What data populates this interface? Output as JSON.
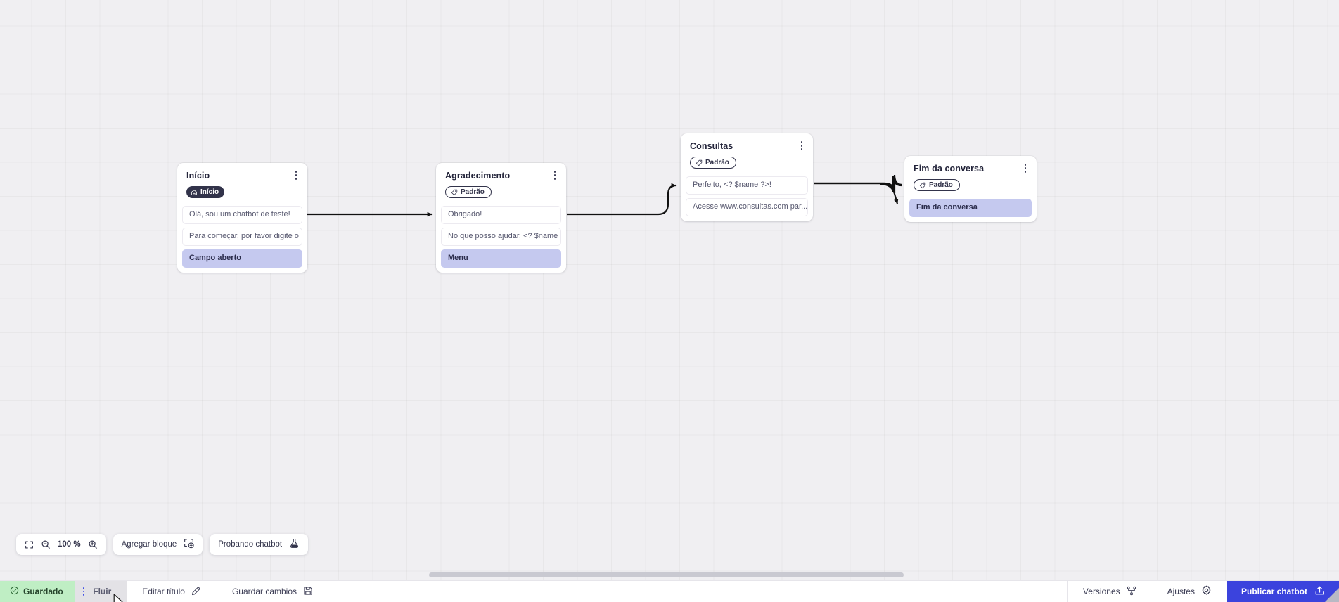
{
  "canvas": {
    "zoom_level": "100 %",
    "nodes": [
      {
        "id": "inicio",
        "title": "Início",
        "badge": {
          "label": "Início",
          "icon": "home-icon",
          "style": "start"
        },
        "rows": [
          {
            "text": "Olá, sou um chatbot de teste!",
            "highlight": false
          },
          {
            "text": "Para começar, por favor digite o ...",
            "highlight": false
          },
          {
            "text": "Campo aberto",
            "highlight": true
          }
        ]
      },
      {
        "id": "agradecimento",
        "title": "Agradecimento",
        "badge": {
          "label": "Padrão",
          "icon": "tag-icon",
          "style": "default"
        },
        "rows": [
          {
            "text": "Obrigado!",
            "highlight": false
          },
          {
            "text": "No que posso ajudar, <? $name ...",
            "highlight": false
          },
          {
            "text": "Menu",
            "highlight": true
          }
        ]
      },
      {
        "id": "consultas",
        "title": "Consultas",
        "badge": {
          "label": "Padrão",
          "icon": "tag-icon",
          "style": "default"
        },
        "rows": [
          {
            "text": "Perfeito, <? $name ?>!",
            "highlight": false
          },
          {
            "text": "Acesse www.consultas.com par...",
            "highlight": false
          }
        ]
      },
      {
        "id": "fim",
        "title": "Fim da conversa",
        "badge": {
          "label": "Padrão",
          "icon": "tag-icon",
          "style": "default"
        },
        "rows": [
          {
            "text": "Fim da conversa",
            "highlight": true
          }
        ]
      }
    ]
  },
  "toolbar": {
    "fit_icon": "fit-screen-icon",
    "zoom_out_icon": "zoom-out-icon",
    "zoom_in_icon": "zoom-in-icon",
    "zoom_value": "100 %",
    "add_block_label": "Agregar bloque",
    "add_block_icon": "add-block-icon",
    "test_chatbot_label": "Probando chatbot",
    "test_chatbot_icon": "flask-icon"
  },
  "statusbar": {
    "saved_label": "Guardado",
    "saved_icon": "check-circle-icon",
    "tab_label": "Fluir",
    "drag_handle_icon": "drag-dots-icon",
    "edit_title_label": "Editar título",
    "edit_title_icon": "pencil-icon",
    "save_changes_label": "Guardar cambios",
    "save_changes_icon": "floppy-disk-icon",
    "versions_label": "Versiones",
    "versions_icon": "branch-icon",
    "settings_label": "Ajustes",
    "settings_icon": "gear-icon",
    "publish_label": "Publicar chatbot",
    "publish_icon": "upload-icon"
  },
  "colors": {
    "canvas_bg": "#f0eff2",
    "accent_blue": "#3b43dd",
    "saved_green": "#bfeec4",
    "highlight_row": "#c5c9ef",
    "badge_dark": "#32334a"
  }
}
